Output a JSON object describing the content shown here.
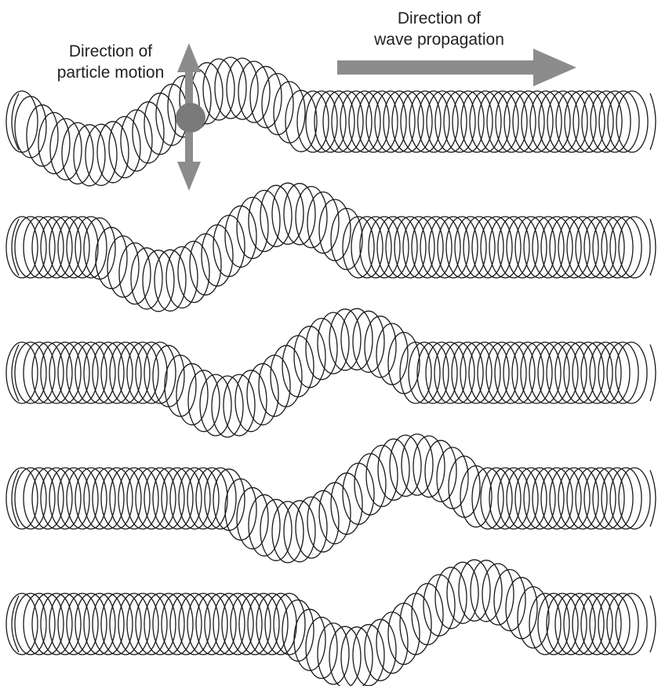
{
  "labels": {
    "particle_motion": {
      "line1": "Direction of",
      "line2": "particle motion"
    },
    "wave_propagation": {
      "line1": "Direction of",
      "line2": "wave propagation"
    }
  },
  "colors": {
    "coil_stroke": "#1a1a1a",
    "arrow_fill": "#8c8c8c",
    "particle_fill": "#7a7a7a",
    "background": "#ffffff"
  },
  "diagram": {
    "type": "transverse wave on a slinky",
    "snapshots": 5,
    "shown_elements": [
      "particle-motion-arrow",
      "wave-propagation-arrow",
      "particle-marker"
    ]
  }
}
